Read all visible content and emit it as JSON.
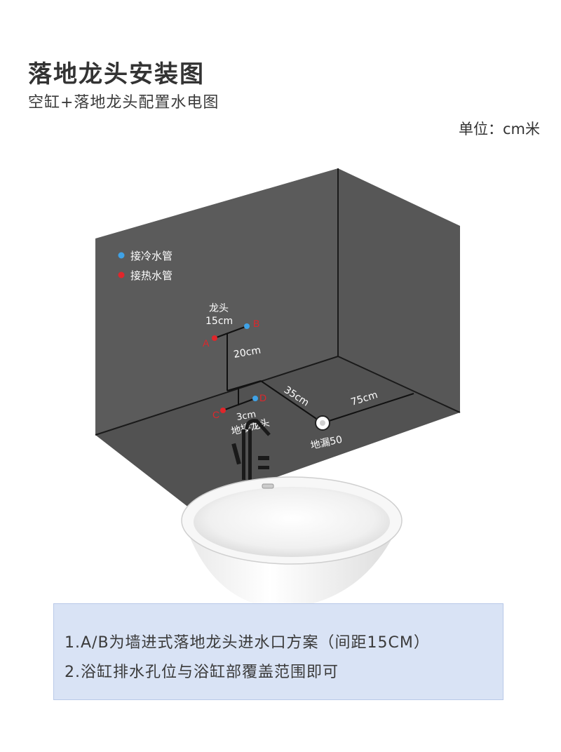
{
  "header": {
    "title": "落地龙头安装图",
    "subtitle": "空缸+落地龙头配置水电图",
    "unit": "单位：cm米"
  },
  "legend": [
    {
      "label": "接冷水管",
      "color": "#3fa2e6"
    },
    {
      "label": "接热水管",
      "color": "#e0262b"
    }
  ],
  "diagram": {
    "wall_color": "#5b5b5b",
    "faucet_label": "龙头",
    "spacing_label": "15cm",
    "height_label": "20cm",
    "point_a": "A",
    "point_b": "B",
    "point_c": "C",
    "point_d": "D",
    "floor_spacing_label": "3cm",
    "floor_faucet_label": "地接龙头",
    "drain_distance_1": "35cm",
    "drain_distance_2": "75cm",
    "drain_label": "地漏50"
  },
  "notes": [
    "1.A/B为墙进式落地龙头进水口方案（间距15CM）",
    "2.浴缸排水孔位与浴缸部覆盖范围即可"
  ]
}
